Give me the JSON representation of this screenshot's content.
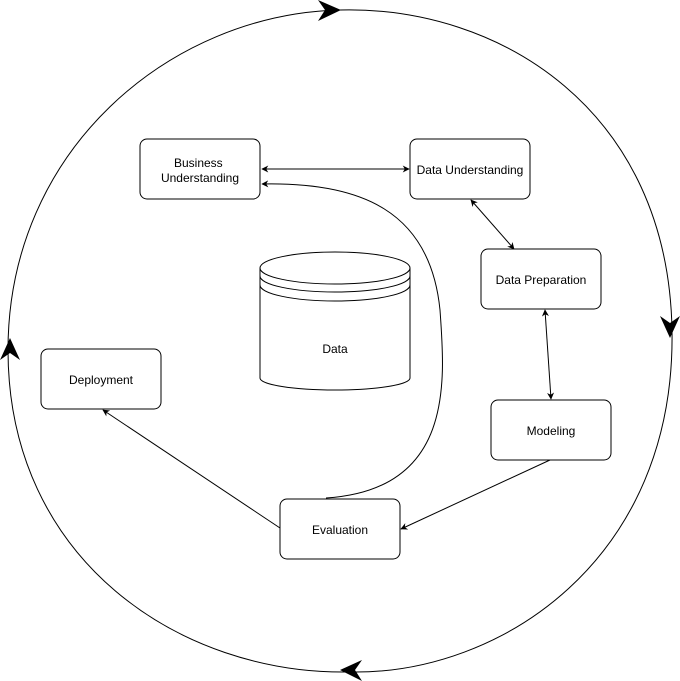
{
  "nodes": {
    "business_understanding": [
      "Business",
      "Understanding"
    ],
    "data_understanding": "Data Understanding",
    "data_preparation": "Data Preparation",
    "modeling": "Modeling",
    "evaluation": "Evaluation",
    "deployment": "Deployment",
    "data_store": "Data"
  },
  "connections": [
    {
      "from": "business_understanding",
      "to": "data_understanding",
      "direction": "both"
    },
    {
      "from": "data_understanding",
      "to": "data_preparation",
      "direction": "both"
    },
    {
      "from": "data_preparation",
      "to": "modeling",
      "direction": "both"
    },
    {
      "from": "modeling",
      "to": "evaluation",
      "direction": "forward"
    },
    {
      "from": "evaluation",
      "to": "deployment",
      "direction": "forward"
    },
    {
      "from": "evaluation",
      "to": "business_understanding",
      "direction": "forward"
    }
  ],
  "outer_cycle": {
    "direction": "clockwise"
  },
  "colors": {
    "stroke": "#000000",
    "fill": "#ffffff"
  }
}
